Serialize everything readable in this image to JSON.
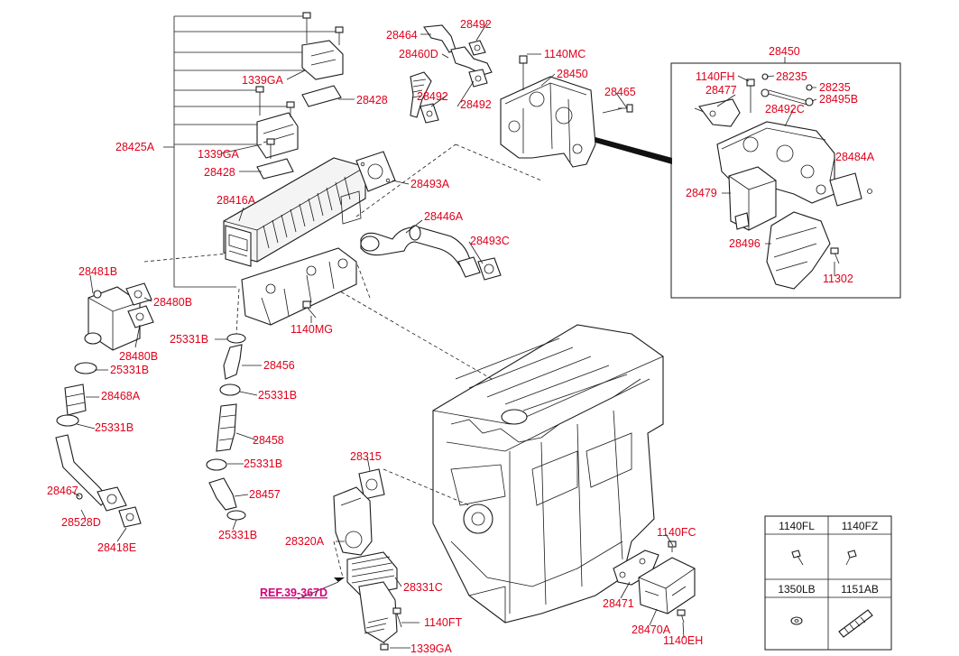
{
  "labels": {
    "p28464": "28464",
    "p28492a": "28492",
    "p28460d": "28460D",
    "p1140mc": "1140MC",
    "p28450a": "28450",
    "p28492b": "28492",
    "p28492c": "28492",
    "p28465": "28465",
    "p1339ga_a": "1339GA",
    "p28428a": "28428",
    "p28425a": "28425A",
    "p1339ga_b": "1339GA",
    "p28428b": "28428",
    "p28493a": "28493A",
    "p28416a": "28416A",
    "p28446a": "28446A",
    "p28493c": "28493C",
    "p28481b": "28481B",
    "p28480b_a": "28480B",
    "p28480b_b": "28480B",
    "p25331b_a": "25331B",
    "p28468a": "28468A",
    "p25331b_b": "25331B",
    "p28467": "28467",
    "p28528d": "28528D",
    "p28418e": "28418E",
    "p1140mg": "1140MG",
    "p25331b_c": "25331B",
    "p28456": "28456",
    "p25331b_d": "25331B",
    "p28458": "28458",
    "p25331b_e": "25331B",
    "p28457": "28457",
    "p25331b_f": "25331B",
    "p28315": "28315",
    "p28320a": "28320A",
    "p28331c": "28331C",
    "p1140ft": "1140FT",
    "p1339ga_c": "1339GA",
    "p1140fc": "1140FC",
    "p28471": "28471",
    "p28470a": "28470A",
    "p1140eh": "1140EH",
    "inset_title": "28450",
    "p1140fh": "1140FH",
    "p28235a": "28235",
    "p28477": "28477",
    "p28235b": "28235",
    "p28495b": "28495B",
    "p28492c_inset": "28492C",
    "p28484a": "28484A",
    "p28479": "28479",
    "p28496": "28496",
    "p11302": "11302"
  },
  "reference": "REF.39-367D",
  "fastener_table": {
    "headers": [
      "1140FL",
      "1140FZ",
      "1350LB",
      "1151AB"
    ]
  },
  "colors": {
    "label": "#e0001b",
    "reference": "#d4007a",
    "line": "#1a1a1a"
  }
}
